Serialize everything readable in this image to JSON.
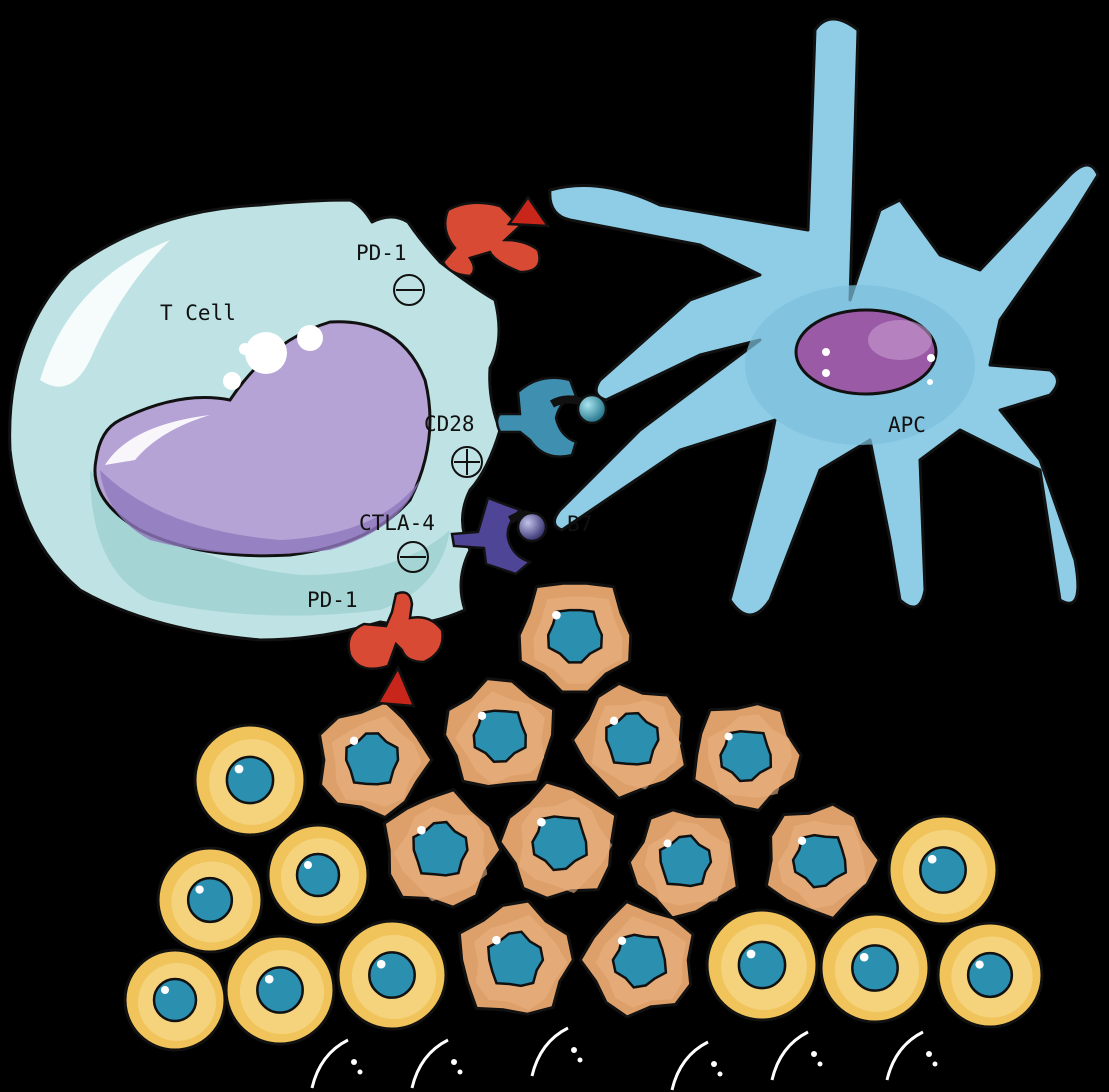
{
  "labels": {
    "t_cell": "T Cell",
    "apc": "APC",
    "pd1_top": "PD-1",
    "cd28": "CD28",
    "ctla4": "CTLA-4",
    "pd1_bottom": "PD-1",
    "apc_ligand_partial": "B7"
  },
  "signals": {
    "pd1_top": "inhibitory",
    "cd28": "stimulatory",
    "ctla4": "inhibitory"
  },
  "colors": {
    "background": "#000000",
    "t_cell": "#bfe3e4",
    "t_cell_nucleus": "#b6a3d6",
    "apc": "#8fcde6",
    "apc_nucleus": "#9a5aa6",
    "pd1": "#d94a35",
    "cd28": "#3f8fb0",
    "ctla4": "#4e4596",
    "tumor_cell": "#dea06a",
    "normal_cell": "#f0c45a",
    "cell_nucleus": "#2b8fb0"
  }
}
